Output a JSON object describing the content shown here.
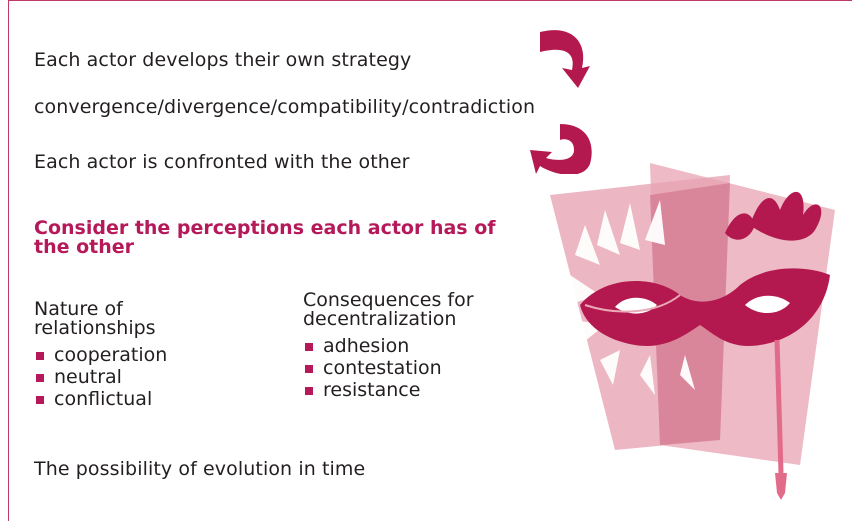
{
  "lines": {
    "strategy": "Each actor develops their own strategy",
    "relations": "convergence/divergence/compatibility/contradiction",
    "confronted": "Each actor is confronted with the other",
    "evolution": "The possibility of evolution in time"
  },
  "heading": "Consider the perceptions each actor has of the other",
  "columns": [
    {
      "title": "Nature of\nrelationships",
      "items": [
        "cooperation",
        "neutral",
        "conflictual"
      ]
    },
    {
      "title": "Consequences for\ndecentralization",
      "items": [
        "adhesion",
        "contestation",
        "resistance"
      ]
    }
  ],
  "icons": [
    "curved-arrow-icon",
    "curved-arrow-icon",
    "carnival-mask-icon"
  ],
  "colors": {
    "accent": "#b5195a",
    "text": "#231f20",
    "mask_light": "#e9a9b7",
    "mask_dark": "#b3194f"
  }
}
